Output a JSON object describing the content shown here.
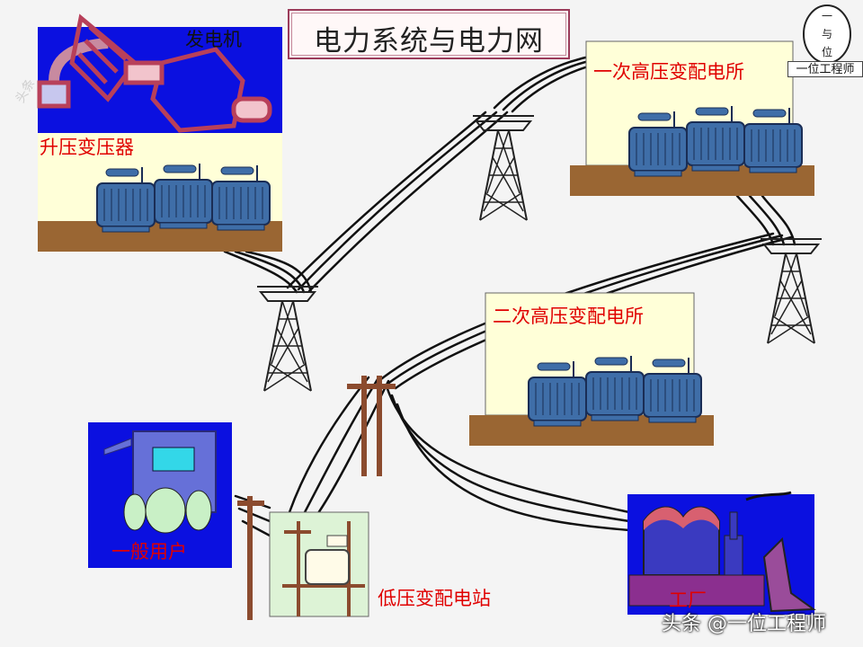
{
  "title": "电力系统与电力网",
  "labels": {
    "generator": "发电机",
    "step_up": "升压变压器",
    "primary_sub": "一次高压变配电所",
    "secondary_sub": "二次高压变配电所",
    "user": "一般用户",
    "low_voltage": "低压变配电站",
    "factory": "工厂"
  },
  "logo": {
    "glyphs": [
      "一",
      "与",
      "位"
    ],
    "caption": "一位工程师"
  },
  "watermark": "头条 @一位工程师",
  "side_mark": "头条",
  "colors": {
    "label_red": "#e00000",
    "generator_bg": "#0b10e0",
    "transformer": "#3f6ea8",
    "ground": "#9a6633",
    "station_bg": "#ffffd8",
    "tower": "#222222"
  }
}
